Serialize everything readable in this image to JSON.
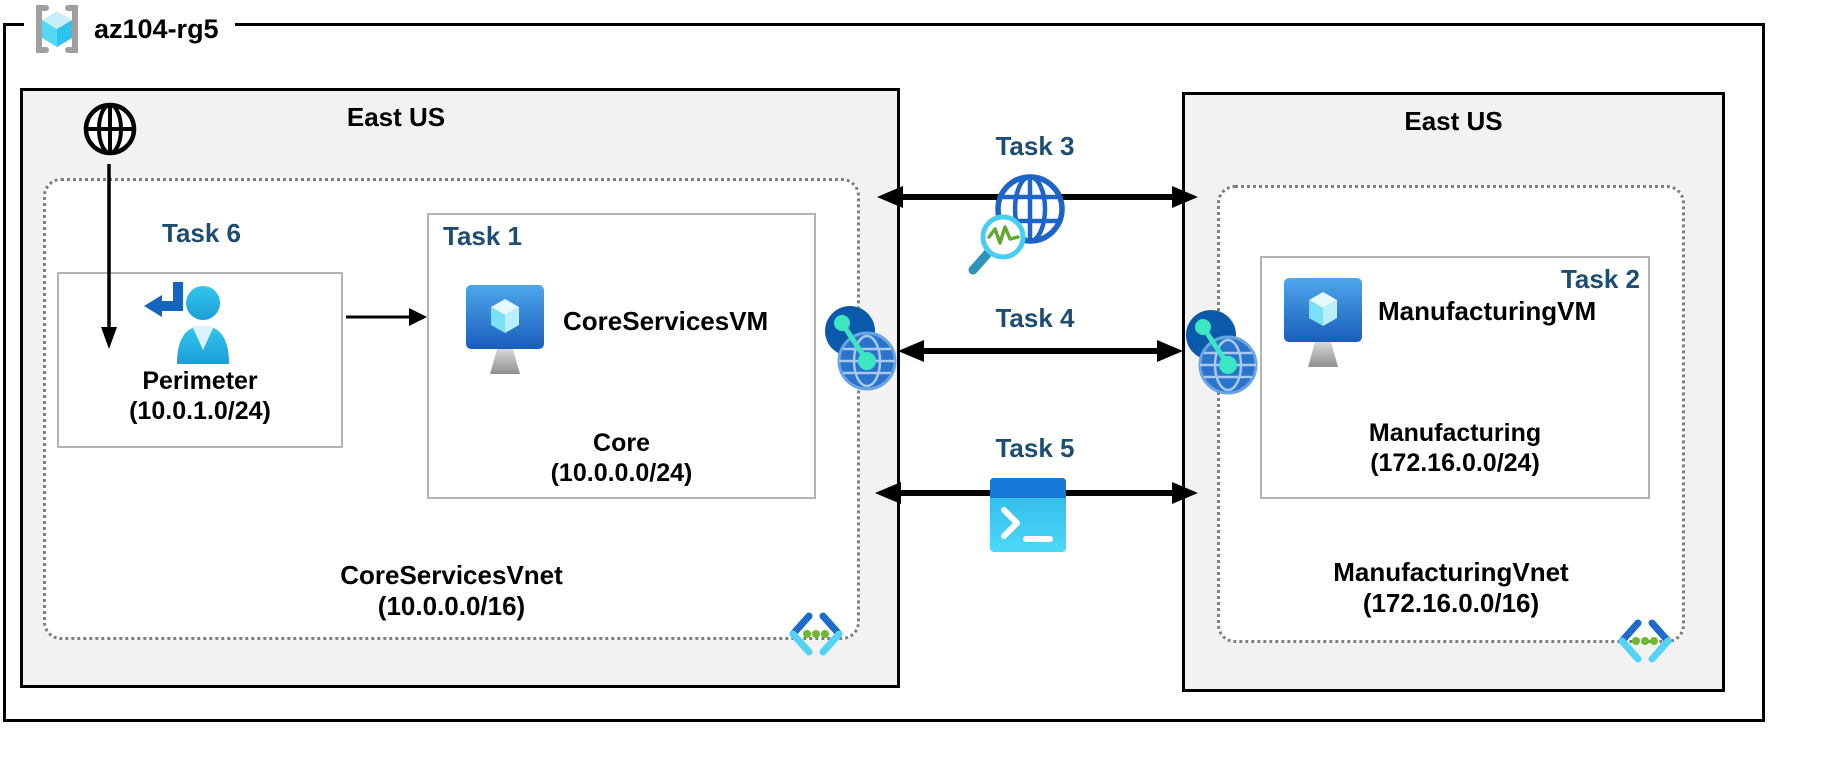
{
  "diagram": {
    "title_context": "Azure lab network peering diagram",
    "resource_group": "az104-rg5",
    "regions": {
      "left": "East US",
      "right": "East US"
    },
    "tasks": {
      "task1": "Task 1",
      "task2": "Task 2",
      "task3": "Task 3",
      "task4": "Task 4",
      "task5": "Task 5",
      "task6": "Task 6"
    },
    "vms": {
      "core": "CoreServicesVM",
      "manufacturing": "ManufacturingVM"
    },
    "subnets": {
      "perimeter": {
        "name": "Perimeter",
        "cidr": "(10.0.1.0/24)"
      },
      "core": {
        "name": "Core",
        "cidr": "(10.0.0.0/24)"
      },
      "manufacturing": {
        "name": "Manufacturing",
        "cidr": "(172.16.0.0/24)"
      }
    },
    "vnets": {
      "core": {
        "name": "CoreServicesVnet",
        "cidr": "(10.0.0.0/16)"
      },
      "manufacturing": {
        "name": "ManufacturingVnet",
        "cidr": "(172.16.0.0/16)"
      }
    },
    "icons": {
      "resource_group": "cube-in-brackets",
      "internet": "wireframe-globe",
      "sign_in": "user-with-return-arrow",
      "virtual_machine": "monitor-with-cube",
      "vnet_peering": "connected-globes",
      "network_watcher": "globe-with-magnifier-pulse",
      "cloud_shell": "terminal-prompt-window",
      "virtual_network": "angle-brackets-with-dots"
    },
    "colors": {
      "task_label": "#1d4d72",
      "region_bg": "#f2f2f2",
      "box_border": "#000000",
      "subnet_border": "#b3b3b3",
      "vnet_dotted_border": "#7f7f7f",
      "azure_blue": "#1565c0",
      "cyan": "#50d6f2",
      "teal": "#3ce6c3",
      "green": "#6fb92c",
      "dark_navy_circle": "#0b59aa"
    }
  }
}
